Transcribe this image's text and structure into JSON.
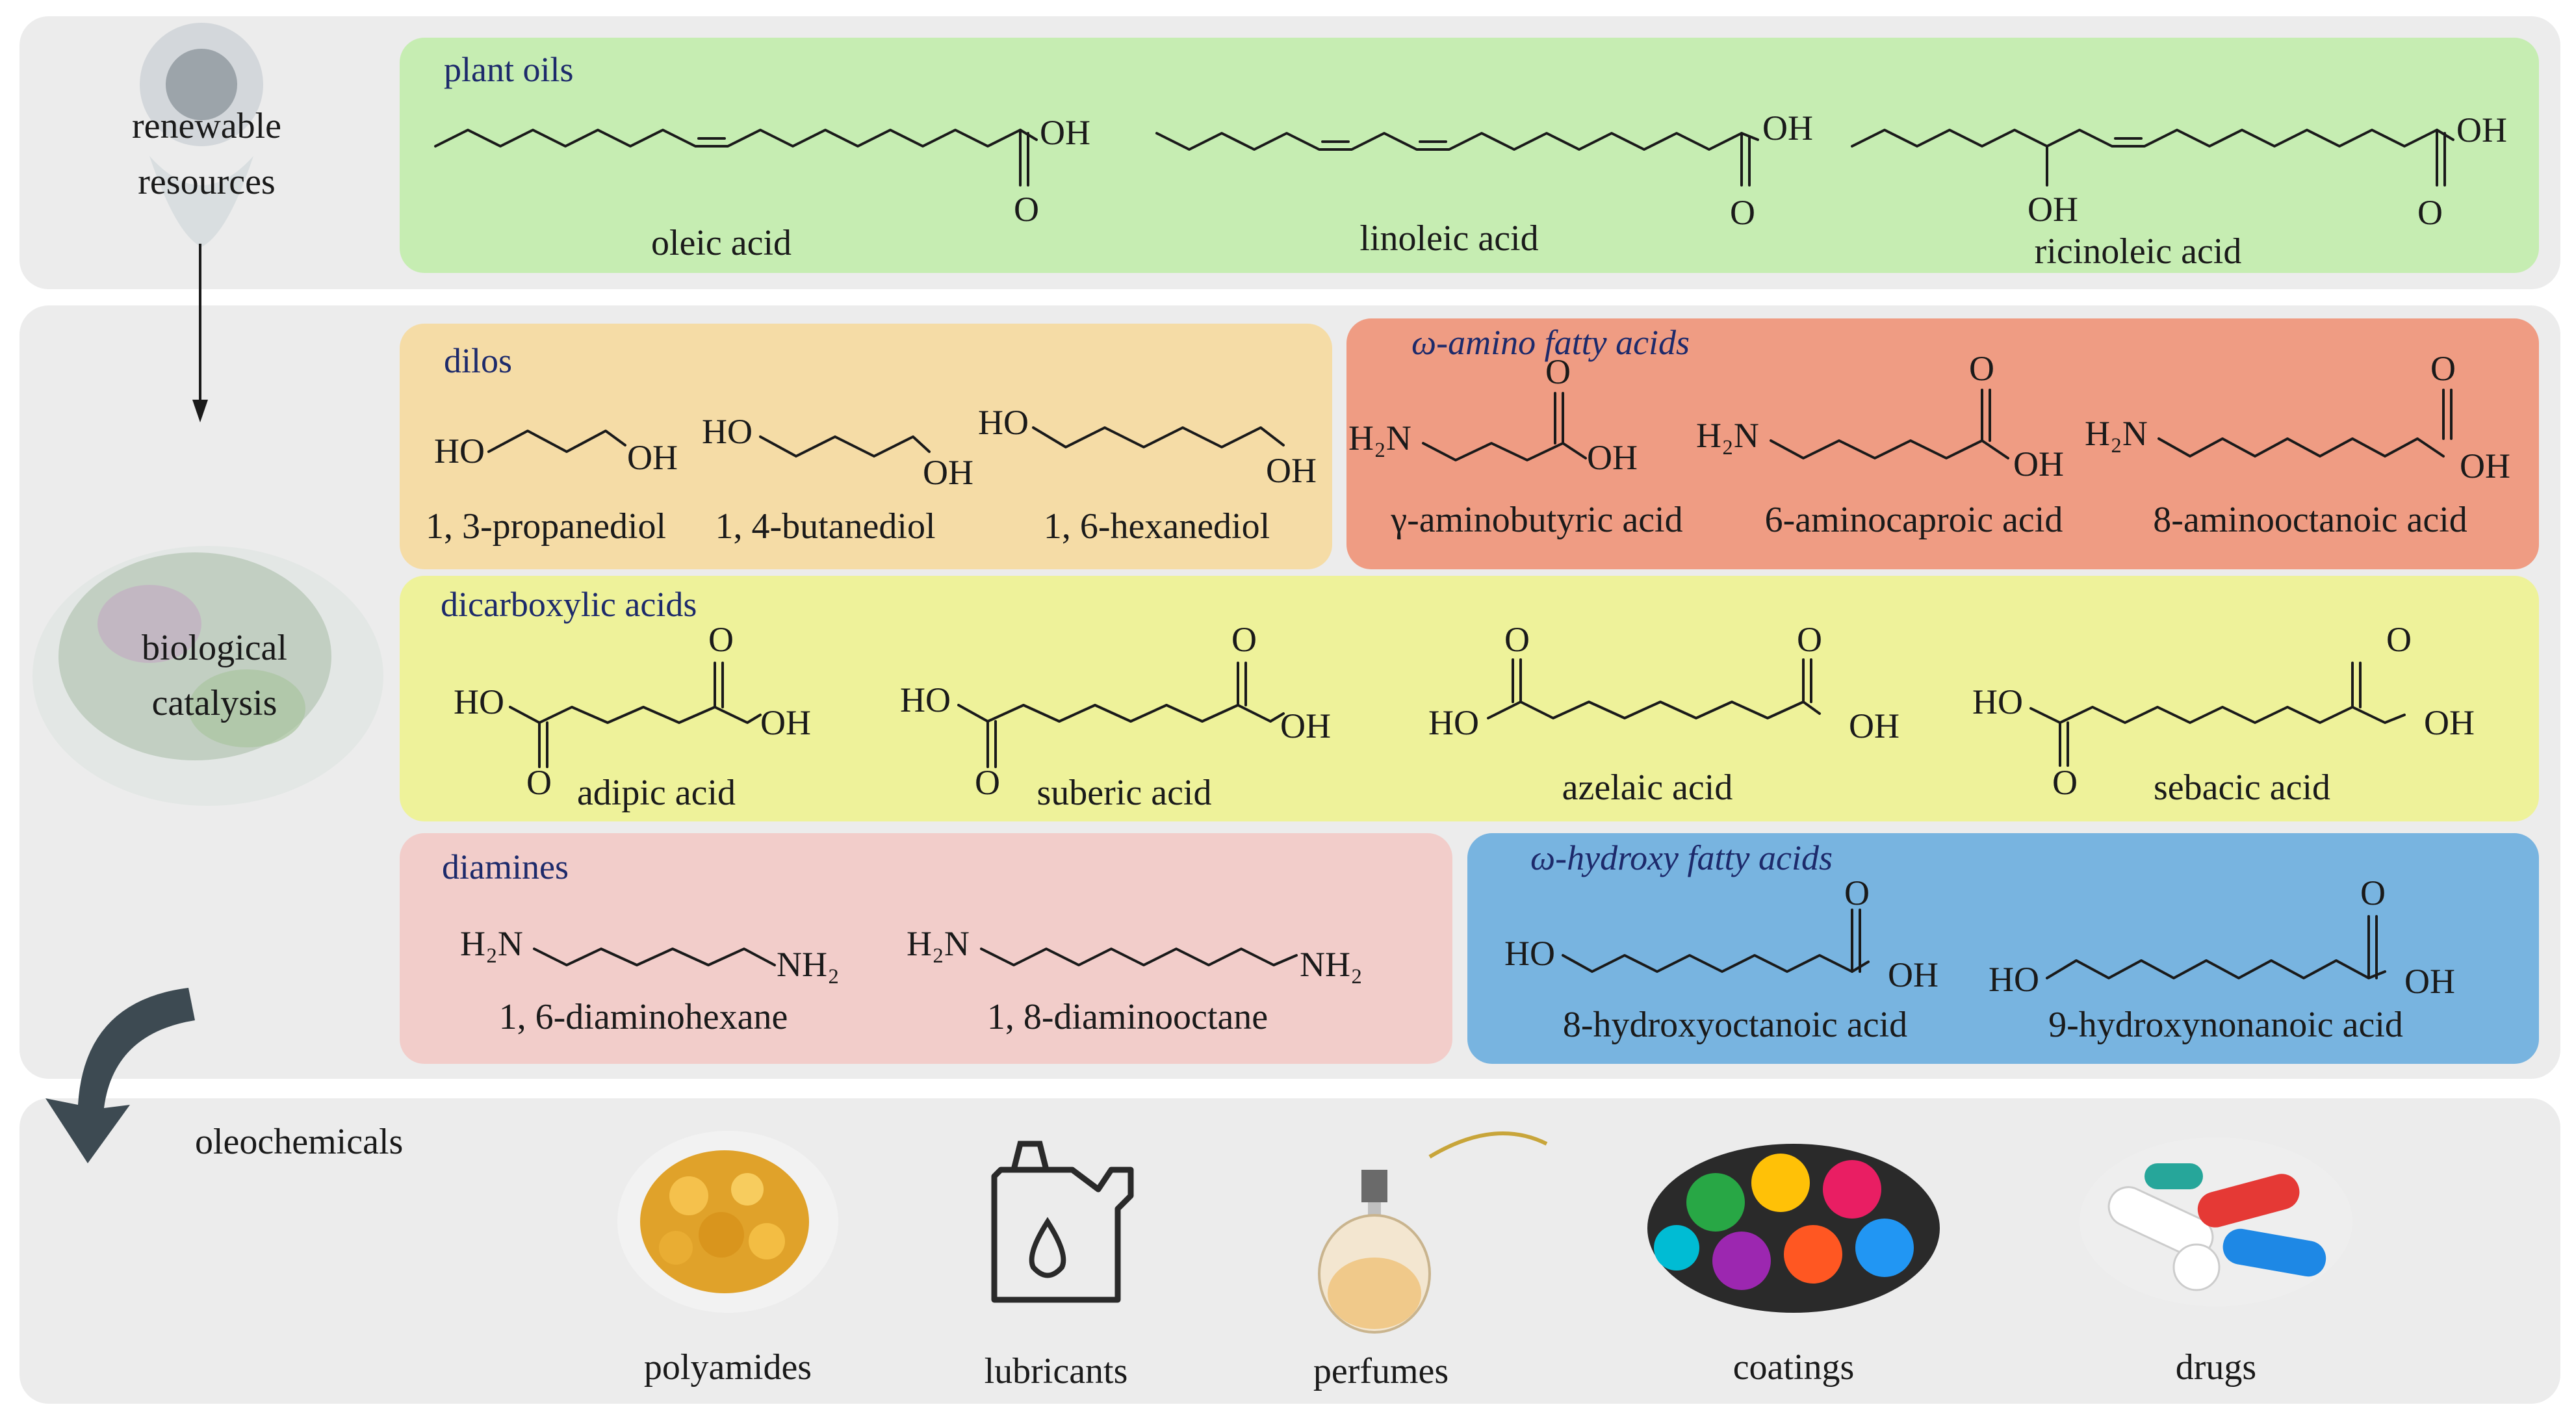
{
  "left_labels": {
    "renewable": [
      "renewable",
      "resources"
    ],
    "biological": [
      "biological",
      "catalysis"
    ],
    "oleochemicals": "oleochemicals"
  },
  "plant_oils": {
    "title": "plant oils",
    "items": [
      "oleic acid",
      "linoleic acid",
      "ricinoleic acid"
    ]
  },
  "dilos": {
    "title": "dilos",
    "items": [
      "1, 3-propanediol",
      "1, 4-butanediol",
      "1, 6-hexanediol"
    ]
  },
  "amino": {
    "title": "ω-amino fatty acids",
    "items": [
      "γ-aminobutyric acid",
      "6-aminocaproic acid",
      "8-aminooctanoic acid"
    ]
  },
  "dicarboxylic": {
    "title": "dicarboxylic acids",
    "items": [
      "adipic acid",
      "suberic acid",
      "azelaic acid",
      "sebacic acid"
    ]
  },
  "diamines": {
    "title": "diamines",
    "items": [
      "1, 6-diaminohexane",
      "1, 8-diaminooctane"
    ]
  },
  "hydroxy": {
    "title": "ω-hydroxy fatty acids",
    "items": [
      "8-hydroxyoctanoic acid",
      "9-hydroxynonanoic acid"
    ]
  },
  "products": [
    "polyamides",
    "lubricants",
    "perfumes",
    "coatings",
    "drugs"
  ],
  "atoms": {
    "OH": "OH",
    "HO": "HO",
    "O": "O",
    "H2N": "H₂N",
    "NH2": "NH₂"
  },
  "colors": {
    "outer_panel": "#ececec",
    "plant_oils": "#c6edb2",
    "dilos": "#f5dca6",
    "amino": "#ef9c83",
    "dicarboxylic": "#eef29a",
    "diamines": "#f2cdca",
    "hydroxy": "#78b4e0",
    "title_text": "#1d2a6b"
  }
}
